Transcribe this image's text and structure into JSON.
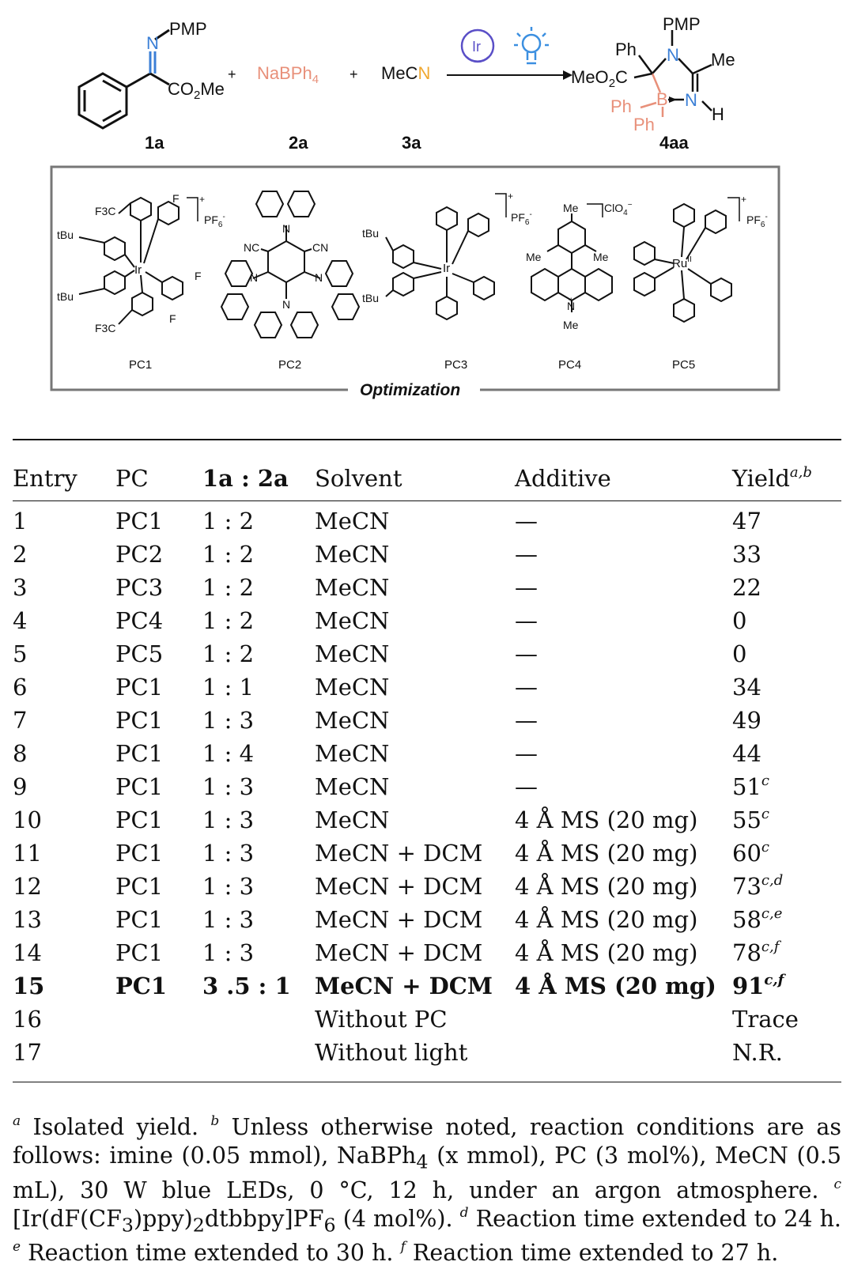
{
  "scheme": {
    "reactant1": {
      "id": "1a",
      "group_top": "PMP",
      "ester": "CO2Me",
      "charge": "+"
    },
    "reactant2": {
      "id": "2a",
      "formula": "NaBPh4",
      "plus": "+"
    },
    "reactant3": {
      "id": "3a",
      "formula_main": "MeC",
      "formula_n": "N"
    },
    "catalyst": "Ir",
    "product": {
      "id": "4aa",
      "labels": {
        "pmp": "PMP",
        "ph_top": "Ph",
        "me": "Me",
        "ester": "MeO2C",
        "b": "B",
        "n": "N",
        "h": "H",
        "ph_left": "Ph",
        "ph_bottom": "Ph"
      }
    },
    "colors": {
      "nitrogen": "#3b7fd6",
      "boron_salt": "#e8907a",
      "nitrile_n": "#f0a830",
      "ir_circle": "#5a4fc7",
      "bulb": "#3b8fe0"
    }
  },
  "optimization_box": {
    "caption": "Optimization",
    "catalysts": [
      {
        "name": "PC1",
        "counterion": "PF6-",
        "substituents": [
          "F3C",
          "F",
          "tBu",
          "tBu",
          "F",
          "F3C",
          "F"
        ],
        "metal": "Ir"
      },
      {
        "name": "PC2",
        "substituents": [
          "NC",
          "CN"
        ]
      },
      {
        "name": "PC3",
        "counterion": "PF6-",
        "substituents": [
          "tBu",
          "tBu"
        ],
        "metal": "Ir"
      },
      {
        "name": "PC4",
        "counterion": "ClO4-",
        "substituents": [
          "Me",
          "Me",
          "Me",
          "Me"
        ]
      },
      {
        "name": "PC5",
        "counterion": "PF6-",
        "metal": "RuII"
      }
    ]
  },
  "table": {
    "headers": [
      "Entry",
      "PC",
      "1a : 2a",
      "Solvent",
      "Additive",
      "Yield"
    ],
    "yield_sup": "a,b",
    "rows": [
      {
        "entry": "1",
        "pc": "PC1",
        "ratio": "1 : 2",
        "solvent": "MeCN",
        "additive": "—",
        "yield": "47",
        "sup": ""
      },
      {
        "entry": "2",
        "pc": "PC2",
        "ratio": "1 : 2",
        "solvent": "MeCN",
        "additive": "—",
        "yield": "33",
        "sup": ""
      },
      {
        "entry": "3",
        "pc": "PC3",
        "ratio": "1 : 2",
        "solvent": "MeCN",
        "additive": "—",
        "yield": "22",
        "sup": ""
      },
      {
        "entry": "4",
        "pc": "PC4",
        "ratio": "1 : 2",
        "solvent": "MeCN",
        "additive": "—",
        "yield": "0",
        "sup": ""
      },
      {
        "entry": "5",
        "pc": "PC5",
        "ratio": "1 : 2",
        "solvent": "MeCN",
        "additive": "—",
        "yield": "0",
        "sup": ""
      },
      {
        "entry": "6",
        "pc": "PC1",
        "ratio": "1 : 1",
        "solvent": "MeCN",
        "additive": "—",
        "yield": "34",
        "sup": ""
      },
      {
        "entry": "7",
        "pc": "PC1",
        "ratio": "1 : 3",
        "solvent": "MeCN",
        "additive": "—",
        "yield": "49",
        "sup": ""
      },
      {
        "entry": "8",
        "pc": "PC1",
        "ratio": "1 : 4",
        "solvent": "MeCN",
        "additive": "—",
        "yield": "44",
        "sup": ""
      },
      {
        "entry": "9",
        "pc": "PC1",
        "ratio": "1 : 3",
        "solvent": "MeCN",
        "additive": "—",
        "yield": "51",
        "sup": "c"
      },
      {
        "entry": "10",
        "pc": "PC1",
        "ratio": "1 : 3",
        "solvent": "MeCN",
        "additive": "4 Å MS (20 mg)",
        "yield": "55",
        "sup": "c"
      },
      {
        "entry": "11",
        "pc": "PC1",
        "ratio": "1 : 3",
        "solvent": "MeCN + DCM",
        "additive": "4 Å MS (20 mg)",
        "yield": "60",
        "sup": "c"
      },
      {
        "entry": "12",
        "pc": "PC1",
        "ratio": "1 : 3",
        "solvent": "MeCN + DCM",
        "additive": "4 Å MS (20 mg)",
        "yield": "73",
        "sup": "c,d"
      },
      {
        "entry": "13",
        "pc": "PC1",
        "ratio": "1 : 3",
        "solvent": "MeCN + DCM",
        "additive": "4 Å MS (20 mg)",
        "yield": "58",
        "sup": "c,e"
      },
      {
        "entry": "14",
        "pc": "PC1",
        "ratio": "1 : 3",
        "solvent": "MeCN + DCM",
        "additive": "4 Å MS (20 mg)",
        "yield": "78",
        "sup": "c,f"
      },
      {
        "entry": "15",
        "pc": "PC1",
        "ratio": "3 .5 : 1",
        "solvent": "MeCN + DCM",
        "additive": "4 Å MS (20 mg)",
        "yield": "91",
        "sup": "c,f",
        "bold": true
      },
      {
        "entry": "16",
        "pc": "",
        "ratio": "",
        "solvent": "Without PC",
        "additive": "",
        "yield": "Trace",
        "sup": ""
      },
      {
        "entry": "17",
        "pc": "",
        "ratio": "",
        "solvent": "Without light",
        "additive": "",
        "yield": "N.R.",
        "sup": ""
      }
    ]
  },
  "footnotes": {
    "a_mark": "a",
    "a_text": " Isolated yield. ",
    "b_mark": "b",
    "b_text_1": " Unless otherwise noted, reaction conditions are as follows: imine (0.05 mmol), NaBPh",
    "b_sub": "4",
    "b_text_2": " (x mmol), PC (3 mol%), MeCN (0.5 mL), 30 W blue LEDs, 0 °C, 12 h, under an argon atmosphere. ",
    "c_mark": "c",
    "c_text_1": " [Ir(dF(CF",
    "c_sub1": "3",
    "c_text_2": ")ppy)",
    "c_sub2": "2",
    "c_text_3": "dtbbpy]PF",
    "c_sub3": "6",
    "c_text_4": " (4 mol%). ",
    "d_mark": "d",
    "d_text": " Reaction time extended to 24 h. ",
    "e_mark": "e",
    "e_text": " Reaction time extended to 30 h. ",
    "f_mark": "f",
    "f_text": " Reaction time extended to 27 h."
  }
}
